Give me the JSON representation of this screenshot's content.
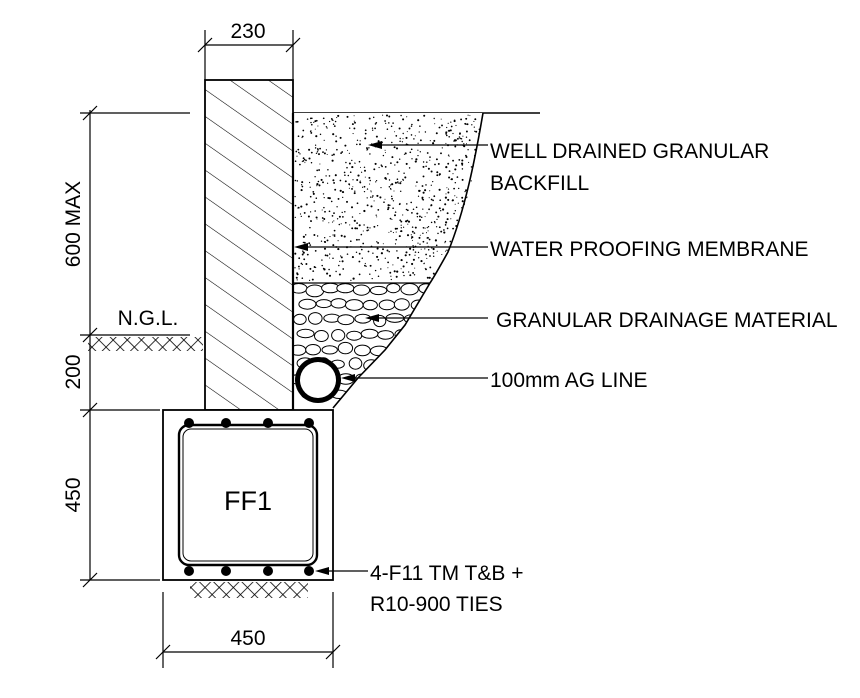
{
  "dimensions": {
    "wall_width": "230",
    "backfill_height": "600 MAX",
    "embed_depth": "200",
    "footing_height": "450",
    "footing_width": "450"
  },
  "ground_label": "N.G.L.",
  "footing_label": "FF1",
  "callouts": {
    "backfill_line1": "WELL DRAINED GRANULAR",
    "backfill_line2": "BACKFILL",
    "membrane": "WATER PROOFING MEMBRANE",
    "drainage": "GRANULAR DRAINAGE MATERIAL",
    "ag_line": "100mm AG LINE",
    "reo_line1": "4-F11 TM T&B +",
    "reo_line2": "R10-900 TIES"
  }
}
